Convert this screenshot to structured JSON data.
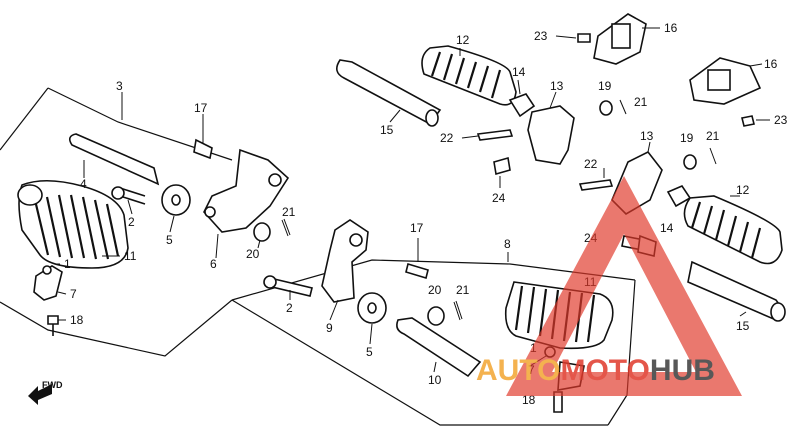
{
  "diagram": {
    "callouts": {
      "p1": "1",
      "p2": "2",
      "p3": "3",
      "p4": "4",
      "p5": "5",
      "p6": "6",
      "p7": "7",
      "p8": "8",
      "p9": "9",
      "p10": "10",
      "p11": "11",
      "p12": "12",
      "p13": "13",
      "p14": "14",
      "p15": "15",
      "p16": "16",
      "p17": "17",
      "p18": "18",
      "p19": "19",
      "p20": "20",
      "p21": "21",
      "p22": "22",
      "p23": "23",
      "p24": "24"
    },
    "direction_label": "FWD"
  },
  "watermark": {
    "word_part_1": "AUTO",
    "word_part_2": "MOTO",
    "word_part_3": "HUB",
    "colors": {
      "orange": "#f3a531",
      "red": "#e0392b",
      "dark": "#3b3b3b"
    }
  }
}
